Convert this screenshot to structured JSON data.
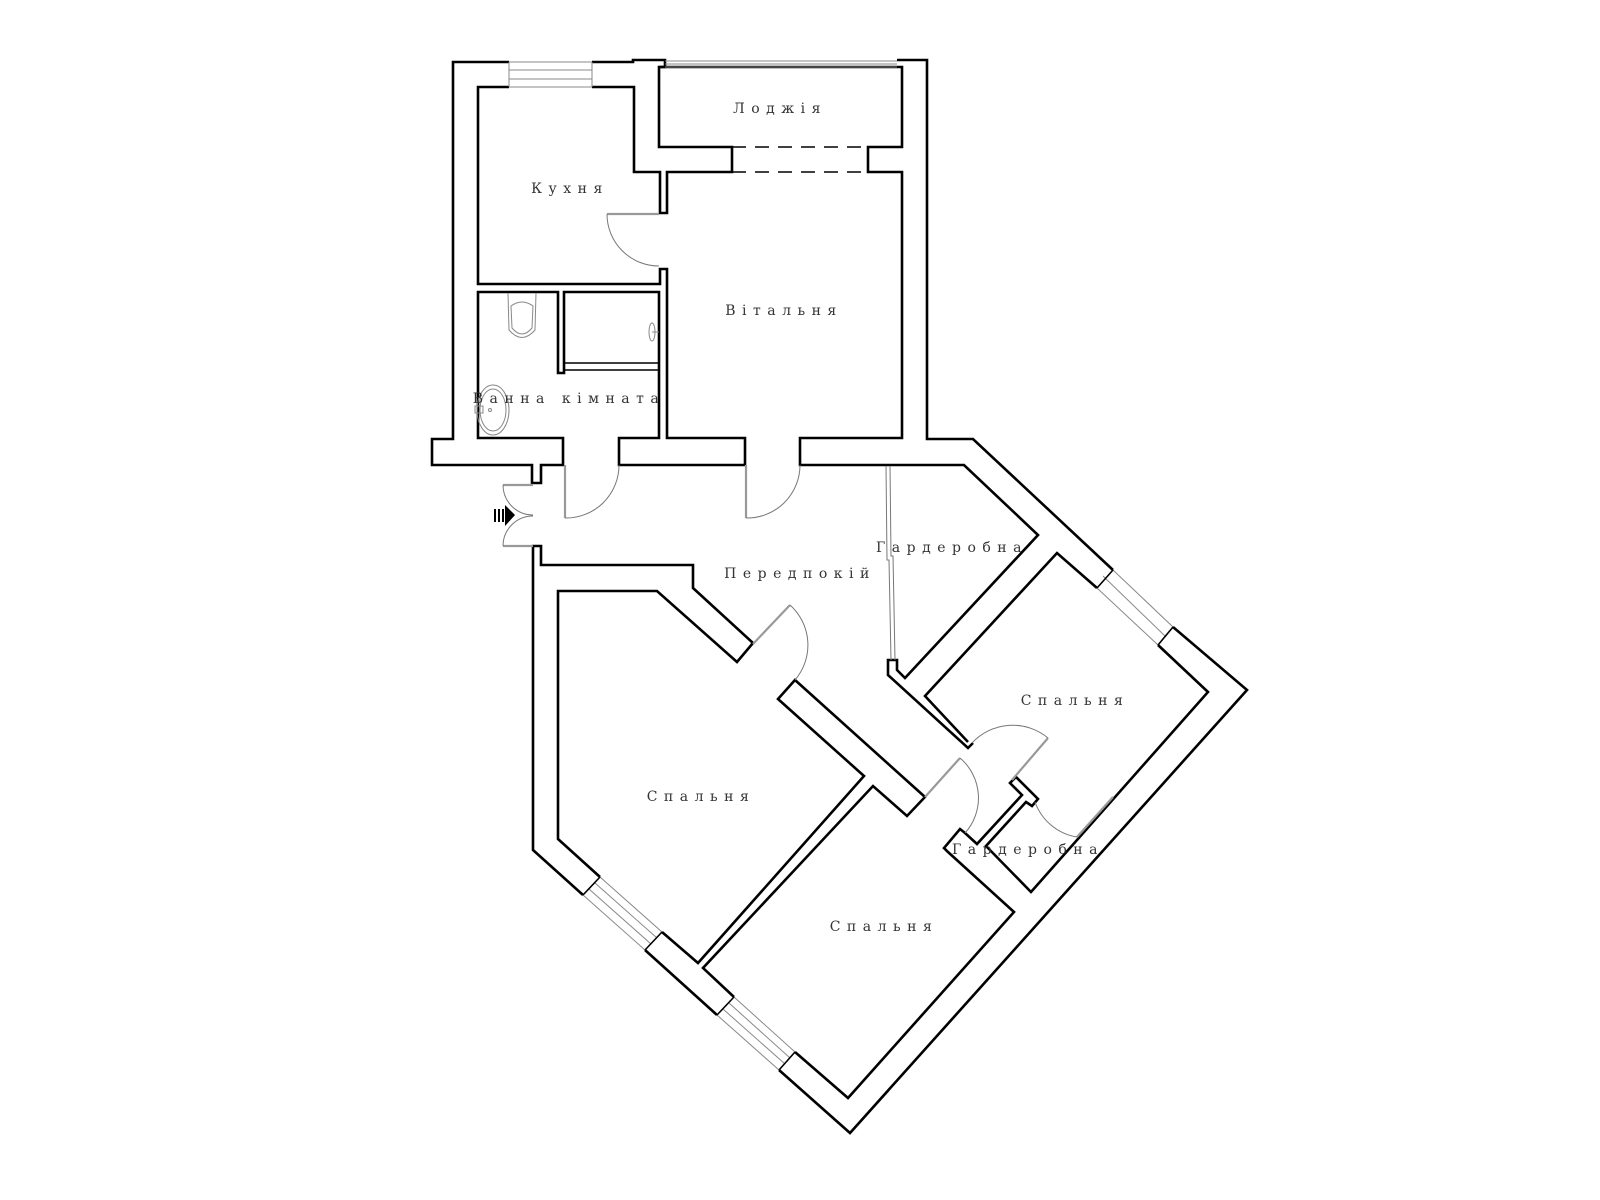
{
  "plan": {
    "rooms": {
      "loggia": "Лоджія",
      "kitchen": "Кухня",
      "living_room": "Вітальня",
      "bathroom": "Ванна кімната",
      "hallway": "Передпокій",
      "wardrobe_1": "Гардеробна",
      "bedroom_1": "Спальня",
      "bedroom_2": "Спальня",
      "bedroom_3": "Спальня",
      "wardrobe_2": "Гардеробна"
    },
    "colors": {
      "walls": "#000000",
      "doors": "#777777",
      "windows": "#888888",
      "background": "#ffffff"
    },
    "icons": {
      "entrance": "entrance-arrow-icon",
      "toilet": "toilet-icon",
      "sink": "sink-icon",
      "shower": "shower-icon"
    }
  }
}
